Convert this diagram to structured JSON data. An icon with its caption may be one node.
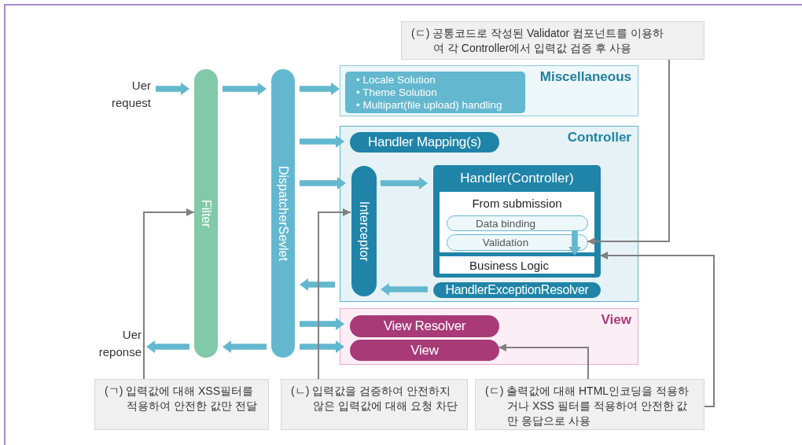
{
  "diagram": {
    "nodes": [
      {
        "text": [
          "Uer request"
        ]
      },
      {
        "text": [
          "Filter"
        ]
      },
      {
        "text": [
          "DispatcherSevlet"
        ]
      },
      {
        "text": [
          "Miscellaneous"
        ]
      },
      {
        "text": [
          "• Locale Solution",
          "• Theme Solution",
          "• Multipart(file upload) handling"
        ],
        "in": 3
      },
      {
        "text": [
          "Controller"
        ]
      },
      {
        "text": [
          "Handler Mapping(s)"
        ],
        "in": 5
      },
      {
        "text": [
          "Interceptor"
        ],
        "in": 5
      },
      {
        "text": [
          "Handler(Controller)"
        ],
        "in": 5
      },
      {
        "text": [
          "From submission"
        ],
        "in": 8
      },
      {
        "text": [
          "Data binding"
        ],
        "in": 9
      },
      {
        "text": [
          "Validation"
        ],
        "in": 9
      },
      {
        "text": [
          "Business Logic"
        ],
        "in": 8
      },
      {
        "text": [
          "HandlerExceptionResolver"
        ],
        "in": 5
      },
      {
        "text": [
          "View"
        ]
      },
      {
        "text": [
          "View Resolver"
        ],
        "in": 14
      },
      {
        "text": [
          "View"
        ],
        "in": 14
      },
      {
        "text": [
          "Uer reponse"
        ]
      },
      {
        "text": [
          "(ㄱ) 입력값에 대해 XSS필터를 적용하여 안전한 값만 전달"
        ]
      },
      {
        "text": [
          "(ㄴ) 입력값을 검증하여 안전하지 않은 입력값에 대해 요청 차단"
        ]
      },
      {
        "text": [
          "(ㄷ) 공통코드로 작성된 Validator 컴포넌트를 이용하여 각 Controller에서 입력값 검증 후 사용"
        ]
      },
      {
        "text": [
          "(ㄷ) 출력값에 대해 HTML인코딩을 적용하거나 XSS 필터를 적용하여 안전한 값만 응답으로 사용"
        ]
      }
    ],
    "edges": [
      {
        "from": 0,
        "to": 1,
        "arrow": "to",
        "style": "thick"
      },
      {
        "from": 1,
        "to": 2,
        "arrow": "to",
        "style": "thick"
      },
      {
        "from": 2,
        "to": 4,
        "arrow": "to",
        "style": "thick"
      },
      {
        "from": 2,
        "to": 6,
        "arrow": "to",
        "style": "thick"
      },
      {
        "from": 2,
        "to": 7,
        "arrow": "to",
        "style": "thick"
      },
      {
        "from": 7,
        "to": 8,
        "arrow": "to",
        "style": "thick"
      },
      {
        "from": 5,
        "to": 2,
        "arrow": "to",
        "style": "thick"
      },
      {
        "from": 13,
        "to": 7,
        "arrow": "to",
        "style": "thick"
      },
      {
        "from": 10,
        "to": 12,
        "arrow": "to",
        "style": "thick"
      },
      {
        "from": 2,
        "to": 15,
        "arrow": "to",
        "style": "thick"
      },
      {
        "from": 2,
        "to": 16,
        "arrow": "to",
        "style": "thick"
      },
      {
        "from": 2,
        "to": 1,
        "arrow": "to",
        "style": "thick"
      },
      {
        "from": 1,
        "to": 17,
        "arrow": "to",
        "style": "thick"
      },
      {
        "from": 18,
        "to": 1,
        "arrow": "to",
        "color": "#808080"
      },
      {
        "from": 19,
        "to": 7,
        "arrow": "to",
        "color": "#808080"
      },
      {
        "from": 20,
        "to": 11,
        "arrow": "to",
        "color": "#808080"
      },
      {
        "from": 21,
        "to": 16,
        "arrow": "to",
        "color": "#808080"
      },
      {
        "from": 21,
        "to": 8,
        "arrow": "to",
        "color": "#808080"
      }
    ]
  }
}
